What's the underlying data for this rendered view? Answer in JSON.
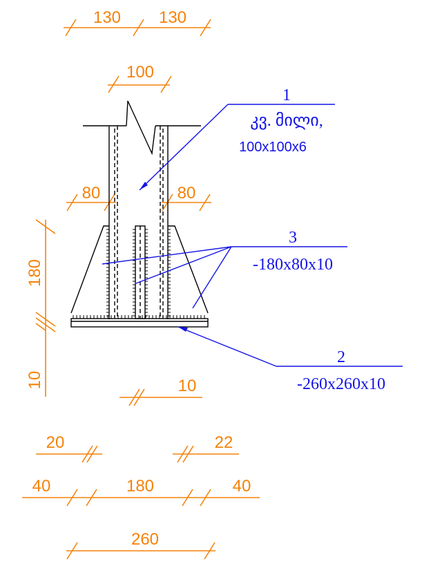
{
  "colors": {
    "dimension": "#f5820a",
    "leader": "#1414e6",
    "geometry": "#000000"
  },
  "dimensions": {
    "top_left": "130",
    "top_right": "130",
    "column_width": "100",
    "left_offset": "80",
    "right_offset": "80",
    "rib_height": "180",
    "plate_thickness": "10",
    "rib_thickness": "10",
    "gap_left": "20",
    "gap_right": "22",
    "edge_left": "40",
    "middle": "180",
    "edge_right": "40",
    "overall": "260"
  },
  "callouts": {
    "column": {
      "number": "1",
      "line1": "კვ. მილი,",
      "line2": "100x100x6"
    },
    "rib": {
      "number": "3",
      "spec": "-180x80x10"
    },
    "base_plate": {
      "number": "2",
      "spec": "-260x260x10"
    }
  }
}
